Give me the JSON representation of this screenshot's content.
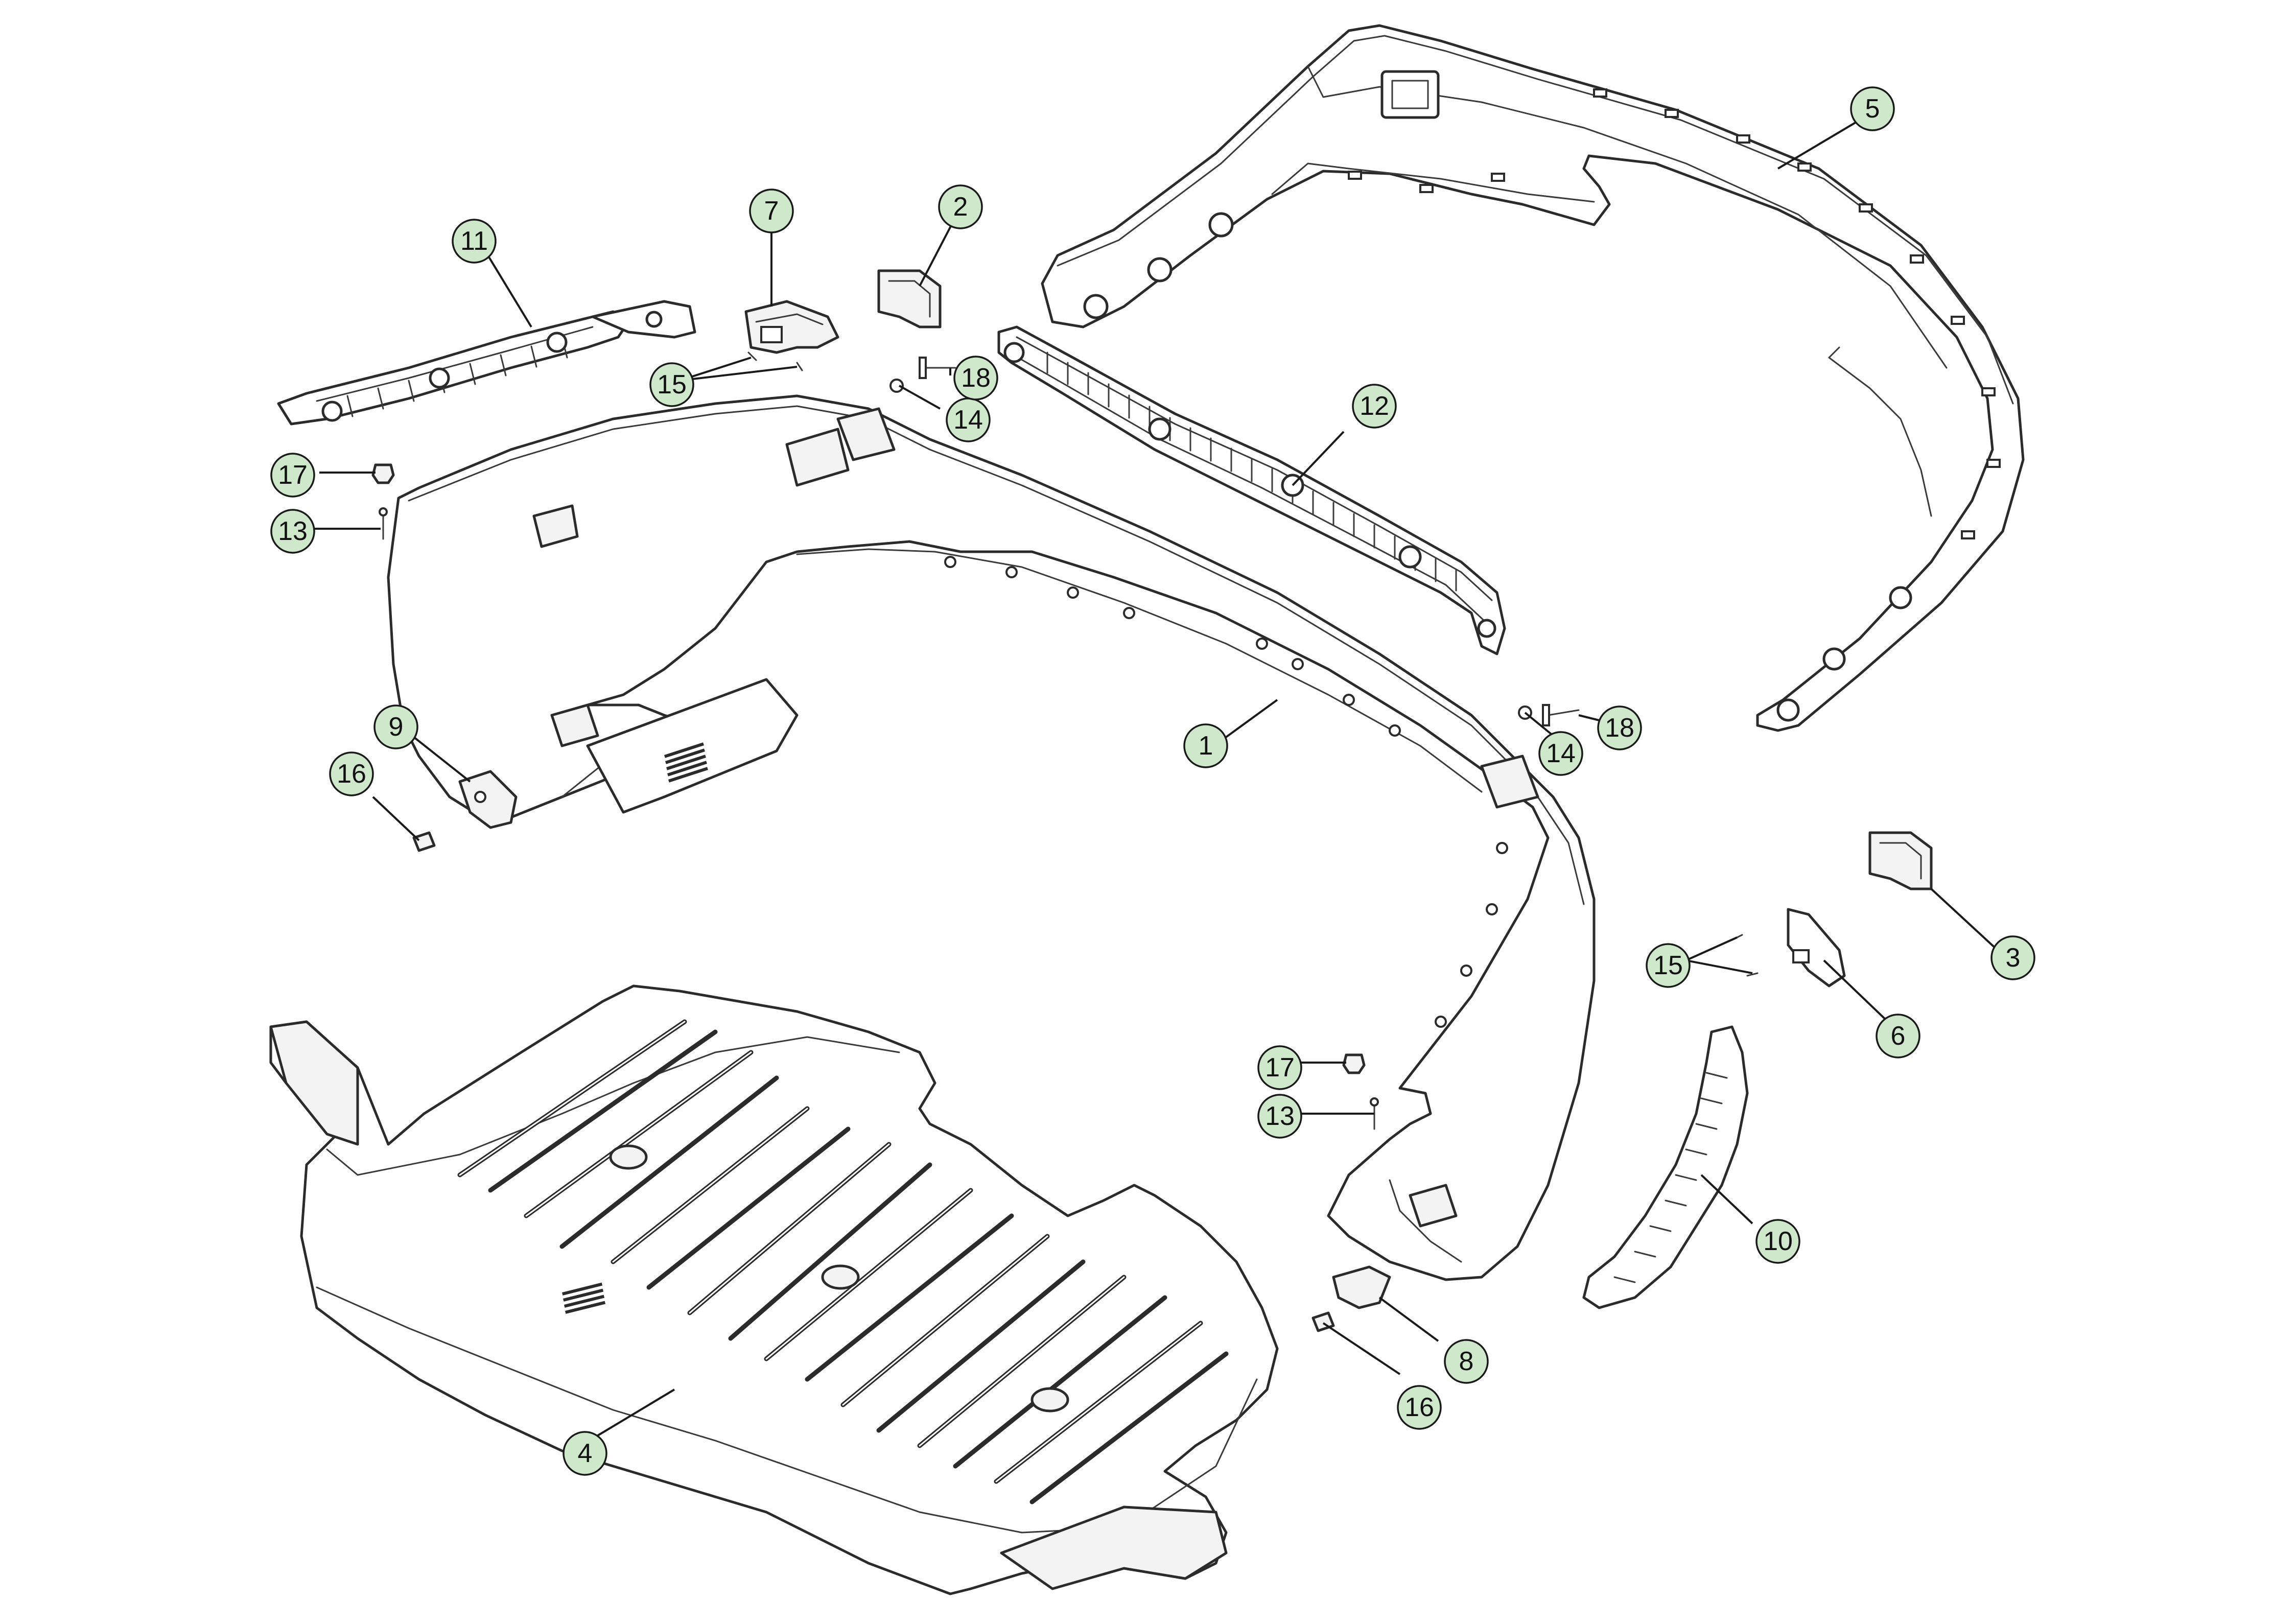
{
  "colors": {
    "callout_fill": "#cfe8cc",
    "line": "#2b2b2b",
    "background": "#ffffff"
  },
  "callouts": [
    {
      "key": "1",
      "label": "1"
    },
    {
      "key": "2",
      "label": "2"
    },
    {
      "key": "3",
      "label": "3"
    },
    {
      "key": "4",
      "label": "4"
    },
    {
      "key": "5",
      "label": "5"
    },
    {
      "key": "6",
      "label": "6"
    },
    {
      "key": "7",
      "label": "7"
    },
    {
      "key": "8",
      "label": "8"
    },
    {
      "key": "9",
      "label": "9"
    },
    {
      "key": "10",
      "label": "10"
    },
    {
      "key": "11",
      "label": "11"
    },
    {
      "key": "12",
      "label": "12"
    },
    {
      "key": "13a",
      "label": "13"
    },
    {
      "key": "13b",
      "label": "13"
    },
    {
      "key": "14a",
      "label": "14"
    },
    {
      "key": "14b",
      "label": "14"
    },
    {
      "key": "15a",
      "label": "15"
    },
    {
      "key": "15b",
      "label": "15"
    },
    {
      "key": "16a",
      "label": "16"
    },
    {
      "key": "16b",
      "label": "16"
    },
    {
      "key": "17a",
      "label": "17"
    },
    {
      "key": "17b",
      "label": "17"
    },
    {
      "key": "18a",
      "label": "18"
    },
    {
      "key": "18b",
      "label": "18"
    }
  ]
}
